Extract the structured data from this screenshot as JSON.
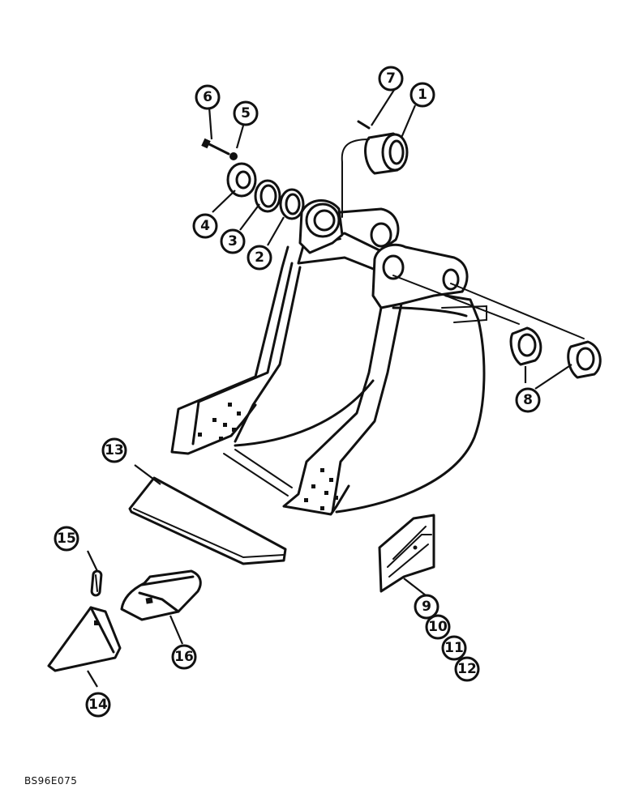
{
  "figure_code": "BS96E075",
  "callouts": [
    {
      "id": "1",
      "label": "1"
    },
    {
      "id": "2",
      "label": "2"
    },
    {
      "id": "3",
      "label": "3"
    },
    {
      "id": "4",
      "label": "4"
    },
    {
      "id": "5",
      "label": "5"
    },
    {
      "id": "6",
      "label": "6"
    },
    {
      "id": "7",
      "label": "7"
    },
    {
      "id": "8",
      "label": "8"
    },
    {
      "id": "9",
      "label": "9"
    },
    {
      "id": "10",
      "label": "10"
    },
    {
      "id": "11",
      "label": "11"
    },
    {
      "id": "12",
      "label": "12"
    },
    {
      "id": "13",
      "label": "13"
    },
    {
      "id": "14",
      "label": "14"
    },
    {
      "id": "15",
      "label": "15"
    },
    {
      "id": "16",
      "label": "16"
    }
  ]
}
